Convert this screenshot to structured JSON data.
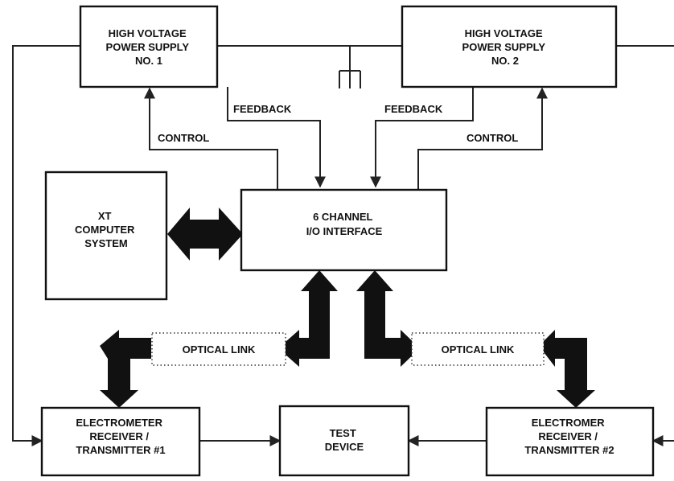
{
  "blocks": {
    "hv1": [
      "HIGH VOLTAGE",
      "POWER SUPPLY",
      "NO. 1"
    ],
    "hv2": [
      "HIGH VOLTAGE",
      "POWER SUPPLY",
      "NO. 2"
    ],
    "computer": [
      "XT",
      "COMPUTER",
      "SYSTEM"
    ],
    "io": [
      "6 CHANNEL",
      "I/O INTERFACE"
    ],
    "elec1": [
      "ELECTROMETER",
      "RECEIVER /",
      "TRANSMITTER #1"
    ],
    "test": [
      "TEST",
      "DEVICE"
    ],
    "elec2": [
      "ELECTROMER",
      "RECEIVER /",
      "TRANSMITTER #2"
    ]
  },
  "links": {
    "optical_left": "OPTICAL LINK",
    "optical_right": "OPTICAL LINK"
  },
  "signals": {
    "feedback_left": "FEEDBACK",
    "feedback_right": "FEEDBACK",
    "control_left": "CONTROL",
    "control_right": "CONTROL"
  },
  "colors": {
    "ink": "#111111",
    "paper": "#ffffff"
  },
  "icons": {
    "ground": "ground-symbol-icon"
  }
}
